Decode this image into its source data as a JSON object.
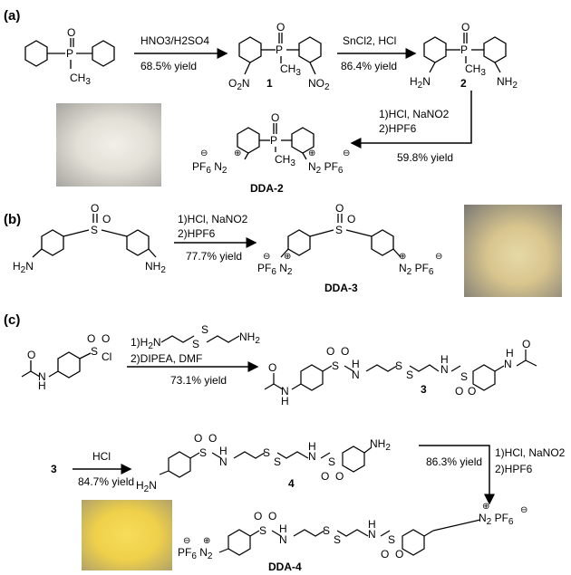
{
  "panels": {
    "a": {
      "label": "(a)",
      "step1": {
        "reagent": "HNO3/H2SO4",
        "yield": "68.5% yield"
      },
      "step2": {
        "reagent": "SnCl2, HCl",
        "yield": "86.4% yield"
      },
      "step3": {
        "reagent1": "1)HCl, NaNO2",
        "reagent2": "2)HPF6",
        "yield": "59.8% yield"
      },
      "compound1": "1",
      "compound2": "2",
      "product": "DDA-2"
    },
    "b": {
      "label": "(b)",
      "step": {
        "reagent1": "1)HCl, NaNO2",
        "reagent2": "2)HPF6",
        "yield": "77.7% yield"
      },
      "product": "DDA-3"
    },
    "c": {
      "label": "(c)",
      "step1": {
        "reagent1": "1)H2N-CH2CH2-S-S-CH2CH2-NH2",
        "reagent2": "2)DIPEA, DMF",
        "yield": "73.1% yield"
      },
      "compound3": "3",
      "step2": {
        "reagent": "HCl",
        "yield": "84.7% yield"
      },
      "compound4": "4",
      "step3": {
        "reagent1": "1)HCl, NaNO2",
        "reagent2": "2)HPF6",
        "yield": "86.3% yield"
      },
      "product": "DDA-4"
    }
  },
  "colors": {
    "photo_a": "#d9d6cd",
    "photo_b": "#d8c58e",
    "photo_c": "#f1d24a"
  }
}
